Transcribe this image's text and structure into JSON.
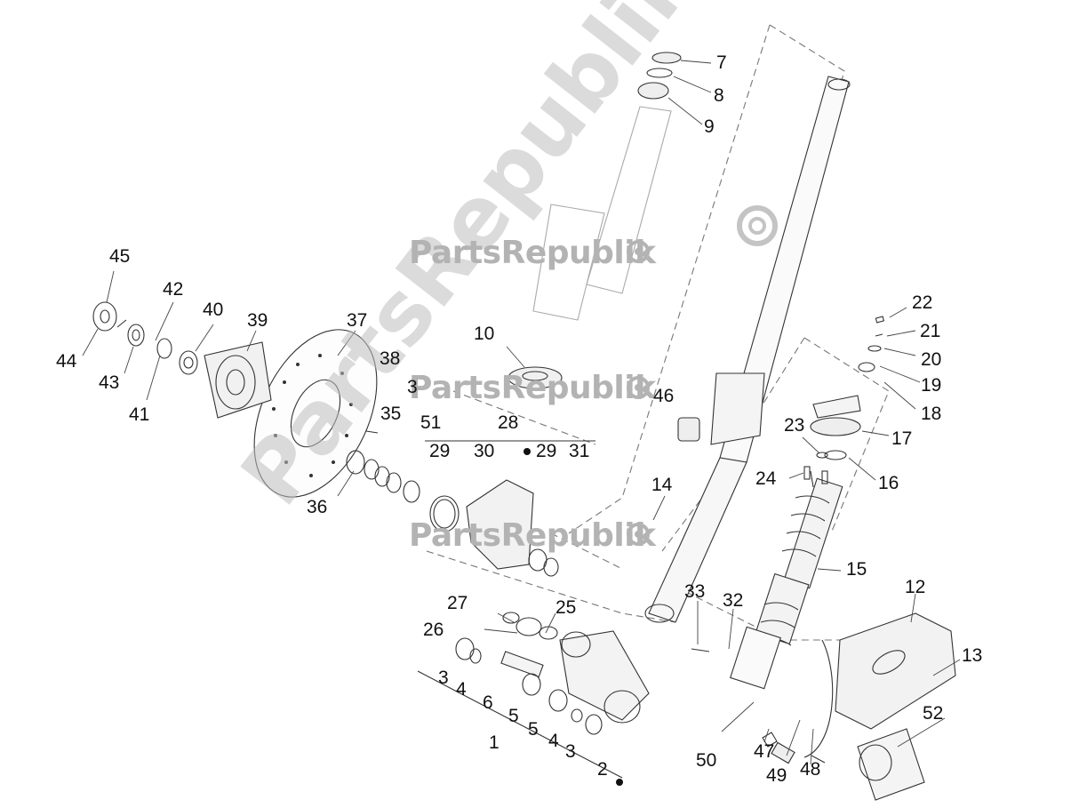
{
  "watermark": {
    "brand": "PartsRepublik",
    "color": "#b3b3b3"
  },
  "part_numbers": [
    "1",
    "2",
    "3",
    "3",
    "4",
    "4",
    "5",
    "5",
    "6",
    "7",
    "8",
    "9",
    "10",
    "12",
    "13",
    "14",
    "15",
    "16",
    "17",
    "18",
    "19",
    "20",
    "21",
    "22",
    "23",
    "24",
    "25",
    "26",
    "27",
    "28",
    "29",
    "29",
    "30",
    "31",
    "32",
    "33",
    "35",
    "36",
    "37",
    "38",
    "3",
    "39",
    "40",
    "41",
    "42",
    "43",
    "44",
    "45",
    "46",
    "47",
    "48",
    "49",
    "50",
    "51",
    "52"
  ],
  "icons": [
    "gear-icon"
  ]
}
